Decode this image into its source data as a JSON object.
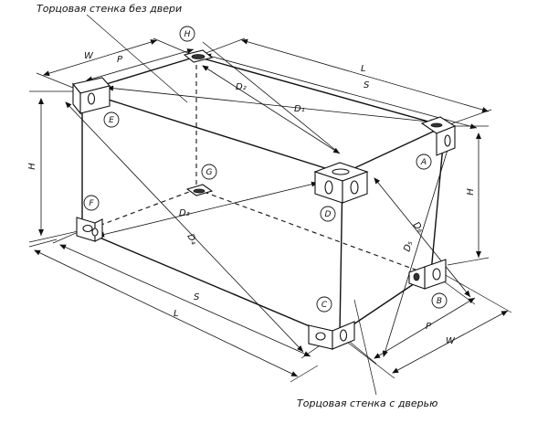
{
  "captions": {
    "top_wall": "Торцовая стенка без двери",
    "bottom_wall": "Торцовая стенка с дверью"
  },
  "dimensions": {
    "w_top": "W",
    "p_top": "P",
    "l_top": "L",
    "s_top": "S",
    "h_left": "H",
    "h_right": "H",
    "s_bottom": "S",
    "l_bottom": "L",
    "p_bottom": "P",
    "w_bottom": "W"
  },
  "diagonals": {
    "d1": "D₁",
    "d2": "D₂",
    "d3": "D₃",
    "d4": "D₄",
    "d5": "D₅",
    "d6": "D₆"
  },
  "corners": {
    "a": "A",
    "b": "B",
    "c": "C",
    "d": "D",
    "e": "E",
    "f": "F",
    "g": "G",
    "h": "H"
  }
}
